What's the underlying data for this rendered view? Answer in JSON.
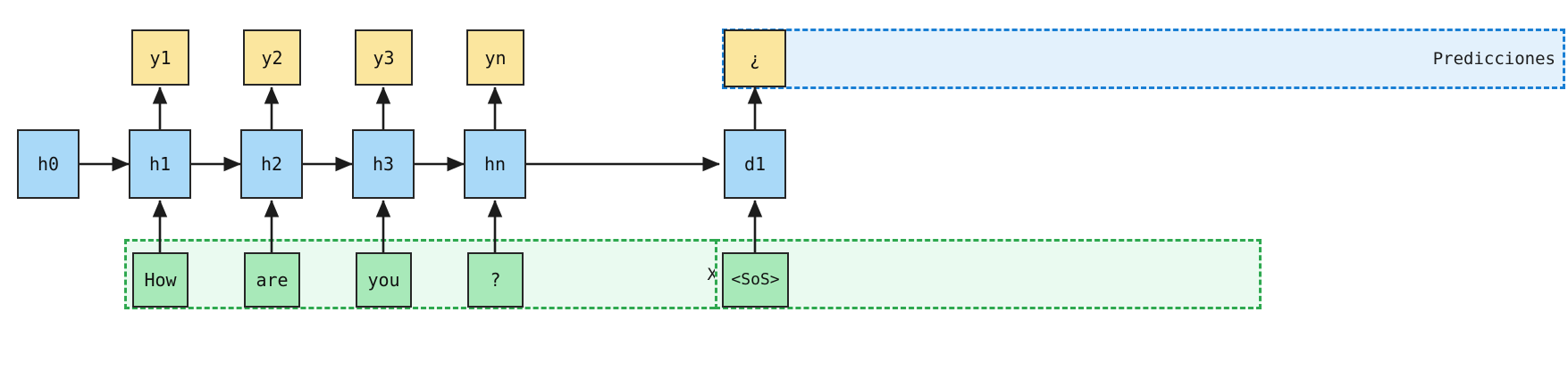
{
  "diagram": {
    "title": "Encoder-Decoder RNN sequence-to-sequence diagram",
    "colors": {
      "hidden_state_fill": "#a9d9f8",
      "output_fill": "#fbe69e",
      "token_fill": "#a8e9b9",
      "input_group_border": "#2ea84f",
      "input_group_fill": "#eafaf0",
      "prediction_group_border": "#1a7fd4",
      "prediction_group_fill": "#e3f1fc",
      "stroke": "#262626"
    }
  },
  "encoder": {
    "initial_state": {
      "label": "h0"
    },
    "hidden_states": [
      {
        "label": "h1"
      },
      {
        "label": "h2"
      },
      {
        "label": "h3"
      },
      {
        "label": "hn"
      }
    ],
    "outputs": [
      {
        "label": "y1"
      },
      {
        "label": "y2"
      },
      {
        "label": "y3"
      },
      {
        "label": "yn"
      }
    ],
    "inputs": [
      {
        "label": "How"
      },
      {
        "label": "are"
      },
      {
        "label": "you"
      },
      {
        "label": "?"
      }
    ],
    "input_group_label": "X"
  },
  "decoder": {
    "hidden_states": [
      {
        "label": "d1"
      }
    ],
    "outputs": [
      {
        "label": "¿"
      }
    ],
    "inputs": [
      {
        "label": "<SoS>"
      }
    ],
    "prediction_group_label": "Predicciones"
  }
}
